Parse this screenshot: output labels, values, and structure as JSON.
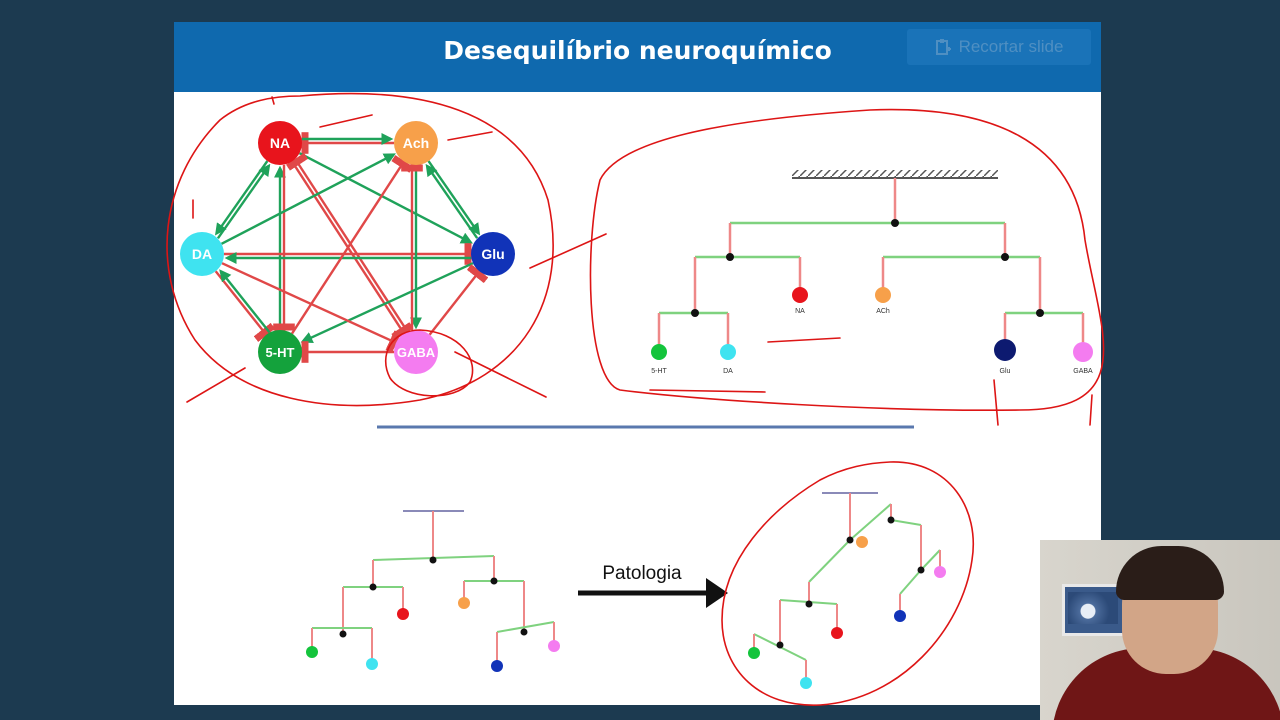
{
  "slide": {
    "title": "Desequilíbrio neuroquímico",
    "clip_button_label": "Recortar slide"
  },
  "network": {
    "nodes": [
      {
        "id": "NA",
        "label": "NA",
        "color": "#e8141c"
      },
      {
        "id": "Ach",
        "label": "Ach",
        "color": "#f7a04a"
      },
      {
        "id": "Glu",
        "label": "Glu",
        "color": "#1133b8"
      },
      {
        "id": "GABA",
        "label": "GABA",
        "color": "#f47cf0"
      },
      {
        "id": "5HT",
        "label": "5-HT",
        "color": "#14a23c"
      },
      {
        "id": "DA",
        "label": "DA",
        "color": "#3fe3f0"
      }
    ],
    "edges": [
      {
        "from": "Ach",
        "to": "NA",
        "type": "inhibitory"
      },
      {
        "from": "NA",
        "to": "Ach",
        "type": "excitatory"
      },
      {
        "from": "Ach",
        "to": "Glu",
        "type": "excitatory"
      },
      {
        "from": "Glu",
        "to": "Ach",
        "type": "excitatory"
      },
      {
        "from": "NA",
        "to": "DA",
        "type": "excitatory"
      },
      {
        "from": "DA",
        "to": "NA",
        "type": "excitatory"
      },
      {
        "from": "NA",
        "to": "Glu",
        "type": "excitatory"
      },
      {
        "from": "5HT",
        "to": "NA",
        "type": "excitatory"
      },
      {
        "from": "NA",
        "to": "5HT",
        "type": "inhibitory"
      },
      {
        "from": "NA",
        "to": "GABA",
        "type": "inhibitory"
      },
      {
        "from": "GABA",
        "to": "NA",
        "type": "inhibitory"
      },
      {
        "from": "DA",
        "to": "Ach",
        "type": "excitatory"
      },
      {
        "from": "DA",
        "to": "Glu",
        "type": "inhibitory"
      },
      {
        "from": "Glu",
        "to": "DA",
        "type": "excitatory"
      },
      {
        "from": "5HT",
        "to": "Ach",
        "type": "inhibitory"
      },
      {
        "from": "Ach",
        "to": "GABA",
        "type": "excitatory"
      },
      {
        "from": "GABA",
        "to": "Ach",
        "type": "inhibitory"
      },
      {
        "from": "Glu",
        "to": "5HT",
        "type": "excitatory"
      },
      {
        "from": "GABA",
        "to": "Glu",
        "type": "inhibitory"
      },
      {
        "from": "GABA",
        "to": "5HT",
        "type": "inhibitory"
      },
      {
        "from": "DA",
        "to": "5HT",
        "type": "inhibitory"
      },
      {
        "from": "5HT",
        "to": "DA",
        "type": "excitatory"
      },
      {
        "from": "DA",
        "to": "GABA",
        "type": "inhibitory"
      }
    ]
  },
  "tree_labels": {
    "NA": "NA",
    "Ach": "ACh",
    "5HT": "5-HT",
    "DA": "DA",
    "Glu": "Glu",
    "GABA": "GABA"
  },
  "pathology_arrow_label": "Patologia",
  "colors": {
    "header": "#0f69ae",
    "background": "#1c3a50",
    "annotation": "#dd1515",
    "excitatory": "#1fa25a",
    "inhibitory": "#e04848"
  }
}
